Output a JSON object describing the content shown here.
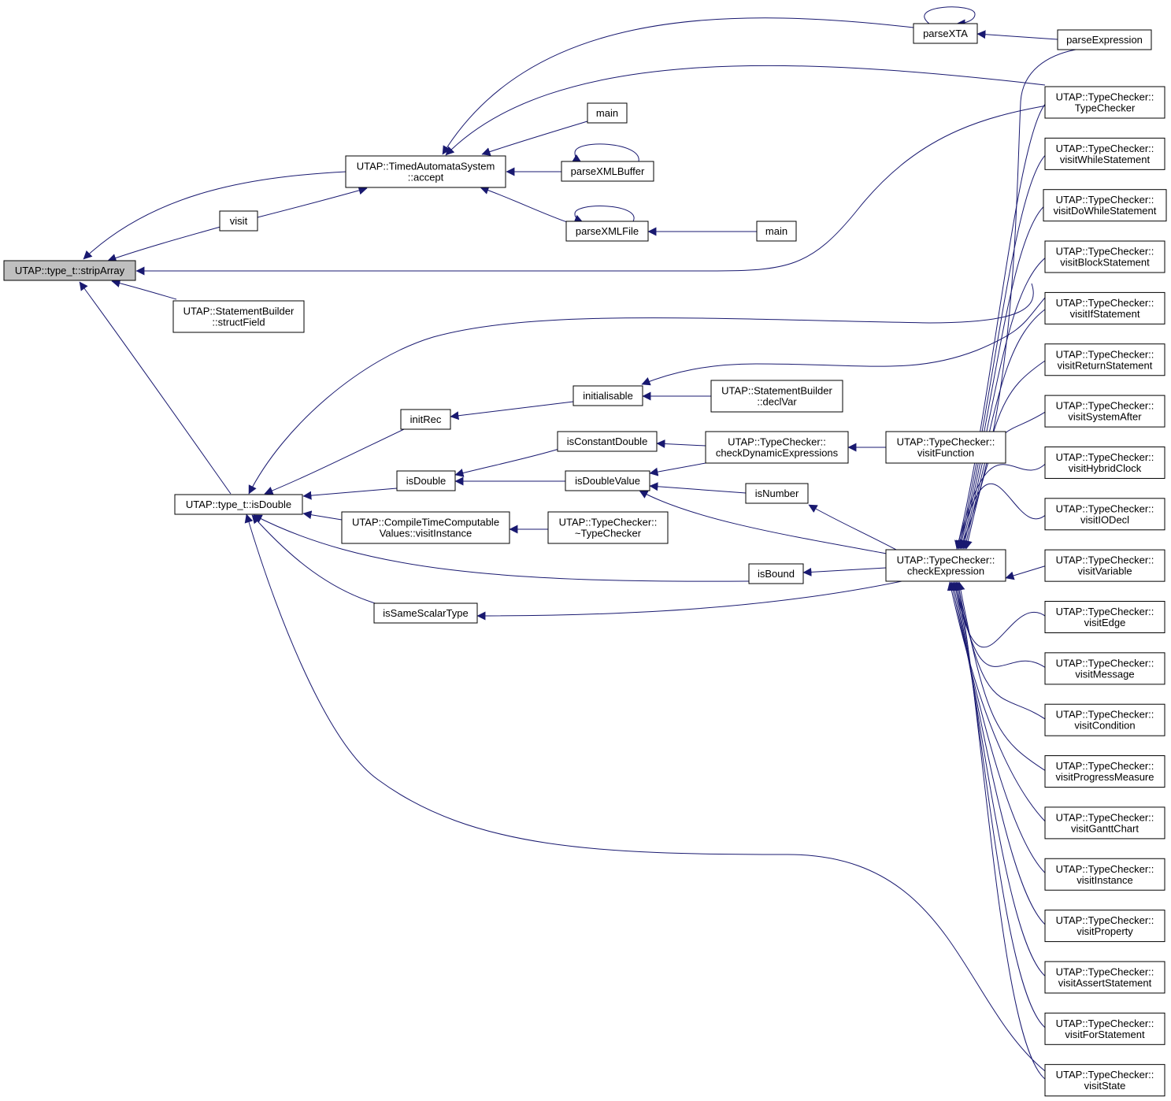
{
  "colors": {
    "edge": "#191970",
    "node_fill": "#ffffff",
    "root_fill": "#bfbfbf",
    "node_border": "#000000"
  },
  "nodes": [
    {
      "id": "stripArray",
      "lines": [
        "UTAP::type_t::stripArray"
      ],
      "highlight": true
    },
    {
      "id": "accept",
      "lines": [
        "UTAP::TimedAutomataSystem",
        "::accept"
      ]
    },
    {
      "id": "visit",
      "lines": [
        "visit"
      ]
    },
    {
      "id": "structField",
      "lines": [
        "UTAP::StatementBuilder",
        "::structField"
      ]
    },
    {
      "id": "isDouble_t",
      "lines": [
        "UTAP::type_t::isDouble"
      ]
    },
    {
      "id": "parseXTA",
      "lines": [
        "parseXTA"
      ]
    },
    {
      "id": "parseExpression",
      "lines": [
        "parseExpression"
      ]
    },
    {
      "id": "main1",
      "lines": [
        "main"
      ]
    },
    {
      "id": "parseXMLBuffer",
      "lines": [
        "parseXMLBuffer"
      ]
    },
    {
      "id": "parseXMLFile",
      "lines": [
        "parseXMLFile"
      ]
    },
    {
      "id": "main2",
      "lines": [
        "main"
      ]
    },
    {
      "id": "initRec",
      "lines": [
        "initRec"
      ]
    },
    {
      "id": "initialisable",
      "lines": [
        "initialisable"
      ]
    },
    {
      "id": "declVar",
      "lines": [
        "UTAP::StatementBuilder",
        "::declVar"
      ]
    },
    {
      "id": "isConstantDouble",
      "lines": [
        "isConstantDouble"
      ]
    },
    {
      "id": "checkDynamic",
      "lines": [
        "UTAP::TypeChecker::",
        "checkDynamicExpressions"
      ]
    },
    {
      "id": "visitFunction",
      "lines": [
        "UTAP::TypeChecker::",
        "visitFunction"
      ]
    },
    {
      "id": "isDouble",
      "lines": [
        "isDouble"
      ]
    },
    {
      "id": "isDoubleValue",
      "lines": [
        "isDoubleValue"
      ]
    },
    {
      "id": "isNumber",
      "lines": [
        "isNumber"
      ]
    },
    {
      "id": "ctcVisitInstance",
      "lines": [
        "UTAP::CompileTimeComputable",
        "Values::visitInstance"
      ]
    },
    {
      "id": "dtor",
      "lines": [
        "UTAP::TypeChecker::",
        "~TypeChecker"
      ]
    },
    {
      "id": "isBound",
      "lines": [
        "isBound"
      ]
    },
    {
      "id": "checkExpression",
      "lines": [
        "UTAP::TypeChecker::",
        "checkExpression"
      ]
    },
    {
      "id": "isSameScalarType",
      "lines": [
        "isSameScalarType"
      ]
    },
    {
      "id": "tcTypeChecker",
      "lines": [
        "UTAP::TypeChecker::",
        "TypeChecker"
      ]
    },
    {
      "id": "tcWhile",
      "lines": [
        "UTAP::TypeChecker::",
        "visitWhileStatement"
      ]
    },
    {
      "id": "tcDoWhile",
      "lines": [
        "UTAP::TypeChecker::",
        "visitDoWhileStatement"
      ]
    },
    {
      "id": "tcBlock",
      "lines": [
        "UTAP::TypeChecker::",
        "visitBlockStatement"
      ]
    },
    {
      "id": "tcIf",
      "lines": [
        "UTAP::TypeChecker::",
        "visitIfStatement"
      ]
    },
    {
      "id": "tcReturn",
      "lines": [
        "UTAP::TypeChecker::",
        "visitReturnStatement"
      ]
    },
    {
      "id": "tcSystemAfter",
      "lines": [
        "UTAP::TypeChecker::",
        "visitSystemAfter"
      ]
    },
    {
      "id": "tcHybridClock",
      "lines": [
        "UTAP::TypeChecker::",
        "visitHybridClock"
      ]
    },
    {
      "id": "tcIODecl",
      "lines": [
        "UTAP::TypeChecker::",
        "visitIODecl"
      ]
    },
    {
      "id": "tcVariable",
      "lines": [
        "UTAP::TypeChecker::",
        "visitVariable"
      ]
    },
    {
      "id": "tcEdge",
      "lines": [
        "UTAP::TypeChecker::",
        "visitEdge"
      ]
    },
    {
      "id": "tcMessage",
      "lines": [
        "UTAP::TypeChecker::",
        "visitMessage"
      ]
    },
    {
      "id": "tcCondition",
      "lines": [
        "UTAP::TypeChecker::",
        "visitCondition"
      ]
    },
    {
      "id": "tcProgress",
      "lines": [
        "UTAP::TypeChecker::",
        "visitProgressMeasure"
      ]
    },
    {
      "id": "tcGantt",
      "lines": [
        "UTAP::TypeChecker::",
        "visitGanttChart"
      ]
    },
    {
      "id": "tcInstance",
      "lines": [
        "UTAP::TypeChecker::",
        "visitInstance"
      ]
    },
    {
      "id": "tcProperty",
      "lines": [
        "UTAP::TypeChecker::",
        "visitProperty"
      ]
    },
    {
      "id": "tcAssert",
      "lines": [
        "UTAP::TypeChecker::",
        "visitAssertStatement"
      ]
    },
    {
      "id": "tcFor",
      "lines": [
        "UTAP::TypeChecker::",
        "visitForStatement"
      ]
    },
    {
      "id": "tcState",
      "lines": [
        "UTAP::TypeChecker::",
        "visitState"
      ]
    }
  ],
  "edges": [
    {
      "from": "accept",
      "to": "stripArray"
    },
    {
      "from": "visit",
      "to": "stripArray"
    },
    {
      "from": "structField",
      "to": "stripArray"
    },
    {
      "from": "isDouble_t",
      "to": "stripArray"
    },
    {
      "from": "tcTypeChecker",
      "to": "stripArray"
    },
    {
      "from": "visit",
      "to": "accept"
    },
    {
      "from": "parseXTA",
      "to": "accept"
    },
    {
      "from": "tcTypeChecker",
      "to": "accept"
    },
    {
      "from": "main1",
      "to": "accept"
    },
    {
      "from": "parseXMLBuffer",
      "to": "accept"
    },
    {
      "from": "parseXMLFile",
      "to": "accept"
    },
    {
      "from": "parseXTA",
      "to": "parseXTA"
    },
    {
      "from": "parseExpression",
      "to": "parseXTA"
    },
    {
      "from": "parseXMLBuffer",
      "to": "parseXMLBuffer"
    },
    {
      "from": "parseXMLFile",
      "to": "parseXMLFile"
    },
    {
      "from": "main2",
      "to": "parseXMLFile"
    },
    {
      "from": "initRec",
      "to": "isDouble_t"
    },
    {
      "from": "isDouble",
      "to": "isDouble_t"
    },
    {
      "from": "ctcVisitInstance",
      "to": "isDouble_t"
    },
    {
      "from": "isBound",
      "to": "isDouble_t"
    },
    {
      "from": "isSameScalarType",
      "to": "isDouble_t"
    },
    {
      "from": "tcBlock",
      "to": "isDouble_t"
    },
    {
      "from": "tcState",
      "to": "isDouble_t"
    },
    {
      "from": "initialisable",
      "to": "initRec"
    },
    {
      "from": "declVar",
      "to": "initialisable"
    },
    {
      "from": "tcIf",
      "to": "initialisable"
    },
    {
      "from": "isConstantDouble",
      "to": "isDouble"
    },
    {
      "from": "isDoubleValue",
      "to": "isDouble"
    },
    {
      "from": "checkDynamic",
      "to": "isConstantDouble"
    },
    {
      "from": "visitFunction",
      "to": "checkDynamic"
    },
    {
      "from": "checkDynamic",
      "to": "isDoubleValue"
    },
    {
      "from": "isNumber",
      "to": "isDoubleValue"
    },
    {
      "from": "checkExpression",
      "to": "isDoubleValue"
    },
    {
      "from": "checkExpression",
      "to": "isNumber"
    },
    {
      "from": "dtor",
      "to": "ctcVisitInstance"
    },
    {
      "from": "checkExpression",
      "to": "isBound"
    },
    {
      "from": "checkExpression",
      "to": "isSameScalarType"
    },
    {
      "from": "parseExpression",
      "to": "checkExpression"
    },
    {
      "from": "tcTypeChecker",
      "to": "checkExpression"
    },
    {
      "from": "tcWhile",
      "to": "checkExpression"
    },
    {
      "from": "tcDoWhile",
      "to": "checkExpression"
    },
    {
      "from": "tcBlock",
      "to": "checkExpression"
    },
    {
      "from": "tcIf",
      "to": "checkExpression"
    },
    {
      "from": "tcReturn",
      "to": "checkExpression"
    },
    {
      "from": "tcSystemAfter",
      "to": "checkExpression"
    },
    {
      "from": "tcHybridClock",
      "to": "checkExpression"
    },
    {
      "from": "tcIODecl",
      "to": "checkExpression"
    },
    {
      "from": "tcVariable",
      "to": "checkExpression"
    },
    {
      "from": "tcEdge",
      "to": "checkExpression"
    },
    {
      "from": "tcMessage",
      "to": "checkExpression"
    },
    {
      "from": "tcCondition",
      "to": "checkExpression"
    },
    {
      "from": "tcProgress",
      "to": "checkExpression"
    },
    {
      "from": "tcGantt",
      "to": "checkExpression"
    },
    {
      "from": "tcInstance",
      "to": "checkExpression"
    },
    {
      "from": "tcProperty",
      "to": "checkExpression"
    },
    {
      "from": "tcAssert",
      "to": "checkExpression"
    },
    {
      "from": "tcFor",
      "to": "checkExpression"
    },
    {
      "from": "tcState",
      "to": "checkExpression"
    }
  ]
}
